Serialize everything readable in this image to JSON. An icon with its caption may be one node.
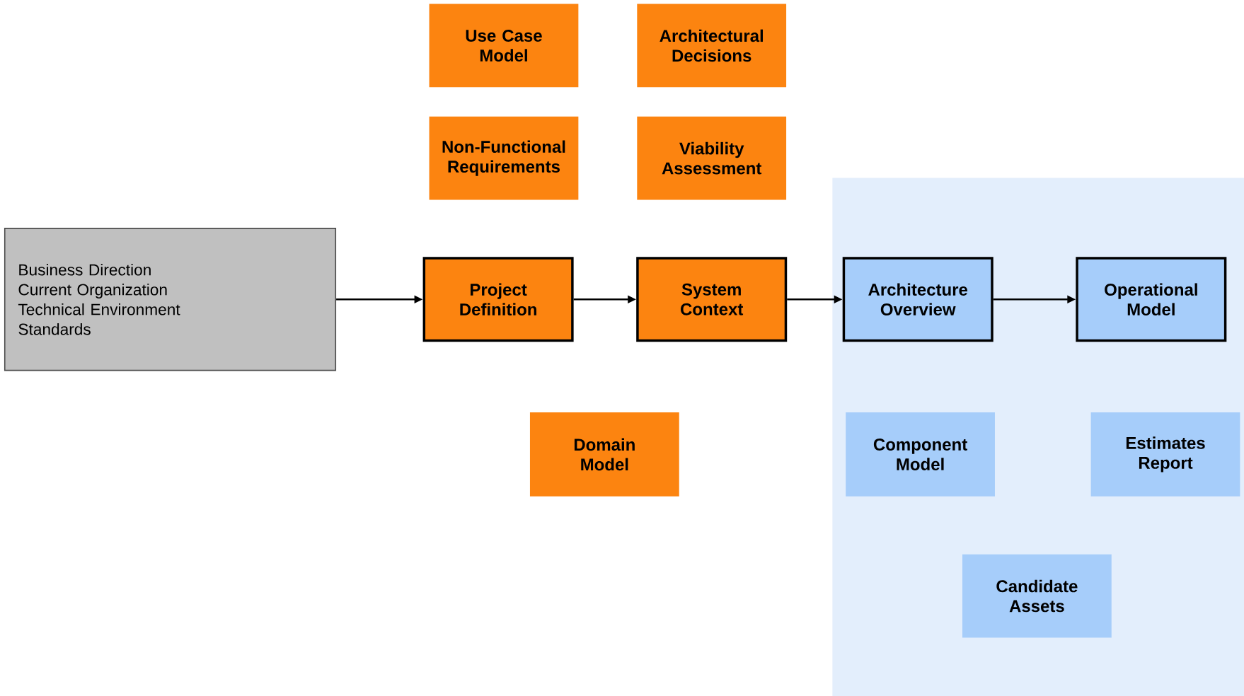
{
  "diagram": {
    "nodes": [
      {
        "text": [
          "Use Case Model"
        ]
      },
      {
        "text": [
          "Architectural Decisions"
        ]
      },
      {
        "text": [
          "Non-Functional Requirements"
        ]
      },
      {
        "text": [
          "Viability Assessment"
        ]
      },
      {
        "text": [
          "Business Direction",
          "Current Organization",
          "Technical Environment",
          "Standards"
        ]
      },
      {
        "text": [
          "Project Definition"
        ]
      },
      {
        "text": [
          "System Context"
        ]
      },
      {
        "text": [],
        "shape": "box"
      },
      {
        "text": [
          "Architecture Overview"
        ],
        "in": 7
      },
      {
        "text": [
          "Operational Model"
        ],
        "in": 7
      },
      {
        "text": [
          "Domain Model"
        ]
      },
      {
        "text": [
          "Component Model"
        ],
        "in": 7
      },
      {
        "text": [
          "Estimates Report"
        ],
        "in": 7
      },
      {
        "text": [
          "Candidate Assets"
        ],
        "in": 7
      }
    ],
    "edges": [
      {
        "from": 4,
        "to": 5,
        "arrow": "to"
      },
      {
        "from": 5,
        "to": 6,
        "arrow": "to"
      },
      {
        "from": 6,
        "to": 8,
        "arrow": "to"
      },
      {
        "from": 8,
        "to": 9,
        "arrow": "to"
      }
    ]
  }
}
